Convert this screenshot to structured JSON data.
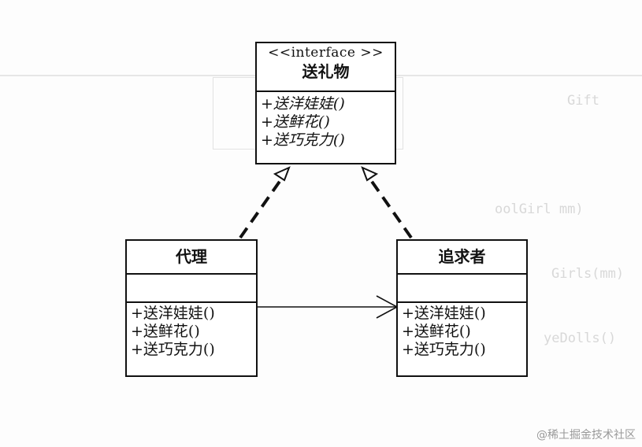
{
  "interface": {
    "stereotype": "<<interface >>",
    "name": "送礼物",
    "operations": [
      "+送洋娃娃()",
      "+送鲜花()",
      "+送巧克力()"
    ]
  },
  "proxy": {
    "name": "代理",
    "operations": [
      "+送洋娃娃()",
      "+送鲜花()",
      "+送巧克力()"
    ]
  },
  "pursuer": {
    "name": "追求者",
    "operations": [
      "+送洋娃娃()",
      "+送鲜花()",
      "+送巧克力()"
    ]
  },
  "background_text": {
    "line1": "Gift",
    "line2": "oolGirl mm)",
    "line3": "Girls(mm)",
    "line4": "yeDolls()"
  },
  "watermark": "@稀土掘金技术社区"
}
